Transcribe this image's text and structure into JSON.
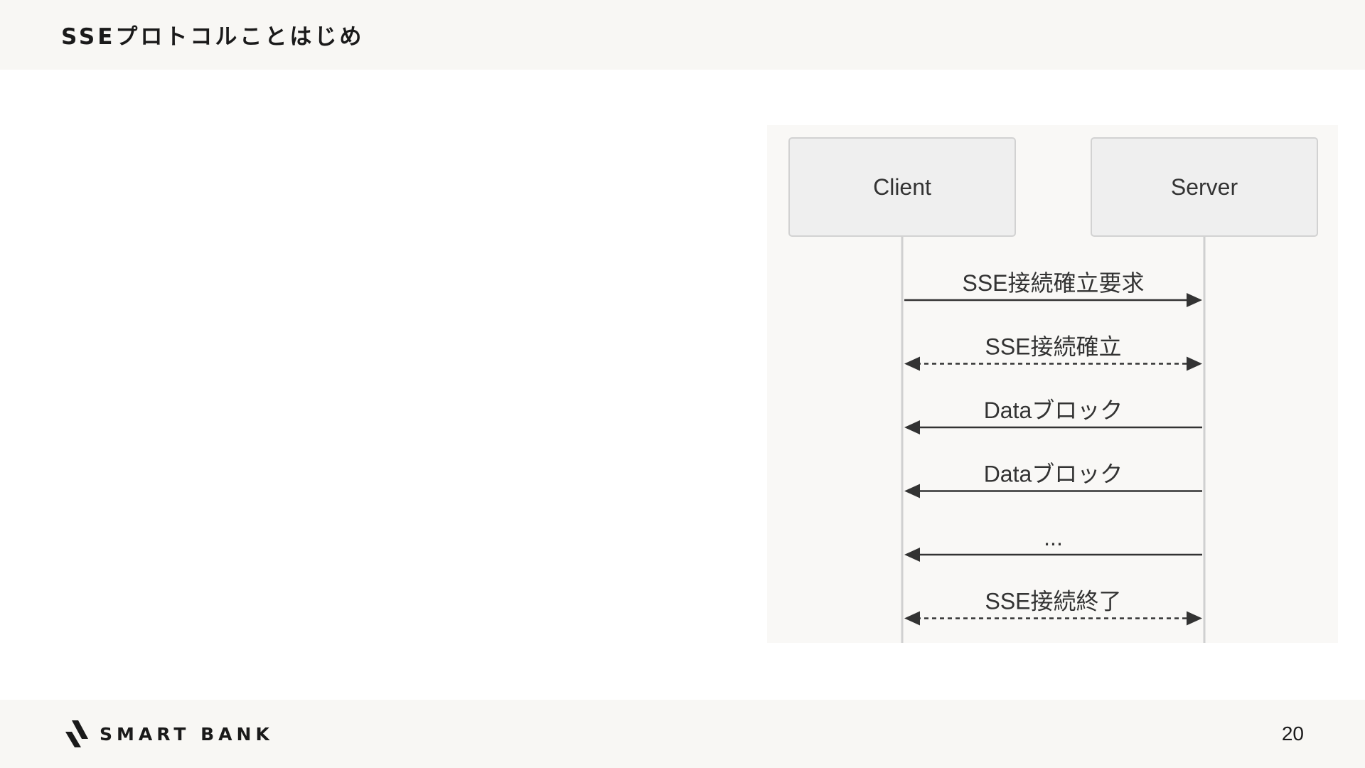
{
  "slide": {
    "title": "SSEプロトコルことはじめ",
    "page_number": "20"
  },
  "footer": {
    "logo_text": "SMART BANK",
    "logo_icon": "smartbank-logo-icon"
  },
  "diagram": {
    "participants": [
      {
        "id": "client",
        "label": "Client"
      },
      {
        "id": "server",
        "label": "Server"
      }
    ],
    "messages": [
      {
        "label": "SSE接続確立要求",
        "from": "client",
        "to": "server",
        "style": "solid",
        "bidirectional": false
      },
      {
        "label": "SSE接続確立",
        "from": "server",
        "to": "client",
        "style": "dashed",
        "bidirectional": true
      },
      {
        "label": "Dataブロック",
        "from": "server",
        "to": "client",
        "style": "solid",
        "bidirectional": false
      },
      {
        "label": "Dataブロック",
        "from": "server",
        "to": "client",
        "style": "solid",
        "bidirectional": false
      },
      {
        "label": "...",
        "from": "server",
        "to": "client",
        "style": "solid",
        "bidirectional": false
      },
      {
        "label": "SSE接続終了",
        "from": "server",
        "to": "client",
        "style": "dashed",
        "bidirectional": true
      }
    ],
    "colors": {
      "panel_background": "#f9f8f6",
      "participant_fill": "#efefef",
      "participant_border": "#d2d2d2",
      "lifeline": "#d0d0d0",
      "arrow": "#333333"
    }
  }
}
